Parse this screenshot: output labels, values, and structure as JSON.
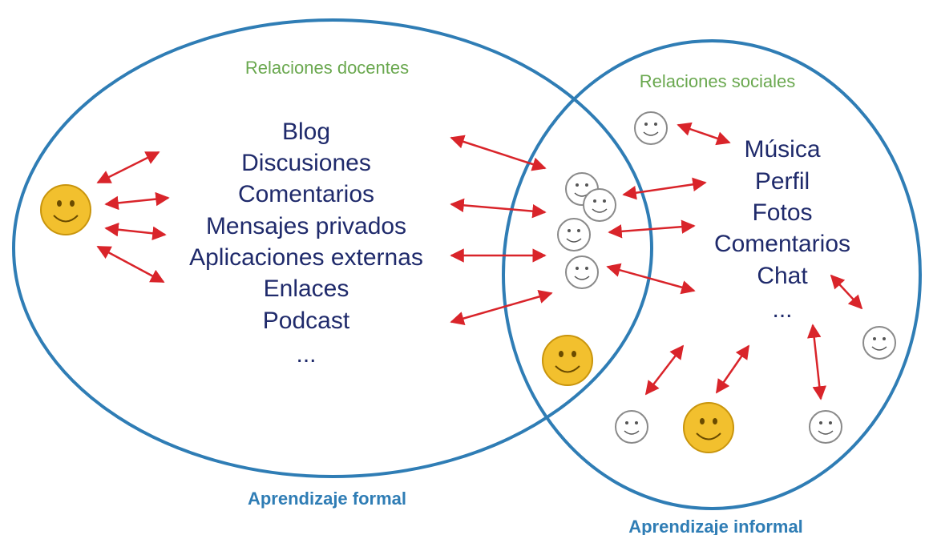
{
  "formal": {
    "header": "Relaciones docentes",
    "items": [
      "Blog",
      "Discusiones",
      "Comentarios",
      "Mensajes privados",
      "Aplicaciones externas",
      "Enlaces",
      "Podcast",
      "..."
    ],
    "caption": "Aprendizaje formal"
  },
  "informal": {
    "header": "Relaciones sociales",
    "items": [
      "Música",
      "Perfil",
      "Fotos",
      "Comentarios",
      "Chat",
      "..."
    ],
    "caption": "Aprendizaje informal"
  },
  "colors": {
    "circle_stroke": "#2f7db5",
    "header_text": "#6aa84f",
    "item_text": "#1f2a6b",
    "caption_text": "#2f7db5",
    "arrow": "#d9242a",
    "smiley_teacher": "#f2c02e",
    "smiley_student": "#ffffff"
  },
  "icons": {
    "teacher": "smiley-face-yellow",
    "student": "smiley-face-white"
  }
}
